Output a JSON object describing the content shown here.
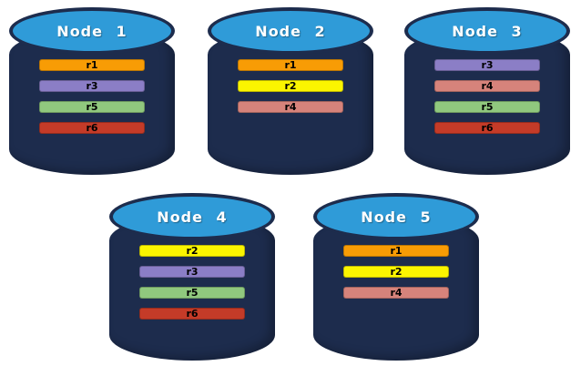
{
  "palette": {
    "cylinder_body": "#1d2c4d",
    "cylinder_top": "#2f9bd8",
    "title_text": "#ffffff",
    "record_text": "#000000",
    "record_colors": {
      "r1": "#f89c05",
      "r2": "#fbf500",
      "r3": "#8b7ec6",
      "r4": "#d6837b",
      "r5": "#90c87e",
      "r6": "#c43b28"
    }
  },
  "nodes": [
    {
      "title": "Node 1",
      "records": [
        {
          "label": "r1",
          "color": "#f89c05"
        },
        {
          "label": "r3",
          "color": "#8b7ec6"
        },
        {
          "label": "r5",
          "color": "#90c87e"
        },
        {
          "label": "r6",
          "color": "#c43b28"
        }
      ]
    },
    {
      "title": "Node 2",
      "records": [
        {
          "label": "r1",
          "color": "#f89c05"
        },
        {
          "label": "r2",
          "color": "#fbf500"
        },
        {
          "label": "r4",
          "color": "#d6837b"
        }
      ]
    },
    {
      "title": "Node 3",
      "records": [
        {
          "label": "r3",
          "color": "#8b7ec6"
        },
        {
          "label": "r4",
          "color": "#d6837b"
        },
        {
          "label": "r5",
          "color": "#90c87e"
        },
        {
          "label": "r6",
          "color": "#c43b28"
        }
      ]
    },
    {
      "title": "Node 4",
      "records": [
        {
          "label": "r2",
          "color": "#fbf500"
        },
        {
          "label": "r3",
          "color": "#8b7ec6"
        },
        {
          "label": "r5",
          "color": "#90c87e"
        },
        {
          "label": "r6",
          "color": "#c43b28"
        }
      ]
    },
    {
      "title": "Node 5",
      "records": [
        {
          "label": "r1",
          "color": "#f89c05"
        },
        {
          "label": "r2",
          "color": "#fbf500"
        },
        {
          "label": "r4",
          "color": "#d6837b"
        }
      ]
    }
  ]
}
